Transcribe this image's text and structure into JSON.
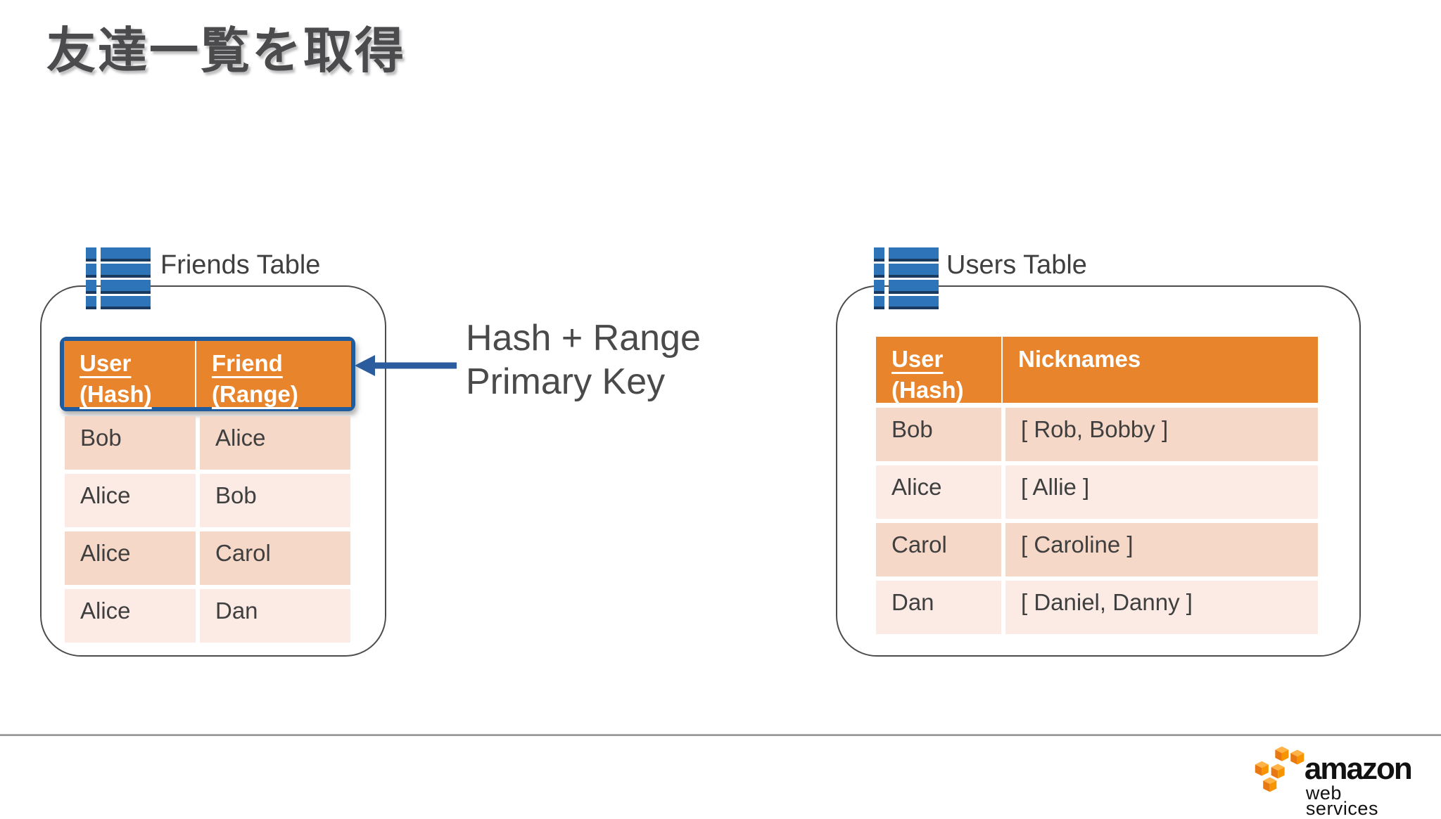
{
  "slide": {
    "title": "友達一覧を取得",
    "annotation": {
      "line1": "Hash + Range",
      "line2": "Primary Key"
    },
    "footer": {
      "brand_line1": "amazon",
      "brand_line2": "web services"
    }
  },
  "friends_table": {
    "label": "Friends Table",
    "icon": "dynamodb-table-icon",
    "columns": [
      {
        "line1": "User",
        "line2": "(Hash)"
      },
      {
        "line1": "Friend",
        "line2": "(Range)"
      }
    ],
    "rows": [
      [
        "Bob",
        "Alice"
      ],
      [
        "Alice",
        "Bob"
      ],
      [
        "Alice",
        "Carol"
      ],
      [
        "Alice",
        "Dan"
      ]
    ]
  },
  "users_table": {
    "label": "Users Table",
    "icon": "dynamodb-table-icon",
    "columns": [
      {
        "line1": "User",
        "line2": "(Hash)"
      },
      {
        "line1": "Nicknames",
        "line2": ""
      }
    ],
    "rows": [
      [
        "Bob",
        "[ Rob, Bobby ]"
      ],
      [
        "Alice",
        "[ Allie ]"
      ],
      [
        "Carol",
        "[ Caroline ]"
      ],
      [
        "Dan",
        "[ Daniel, Danny ]"
      ]
    ]
  },
  "colors": {
    "header_orange": "#e8842c",
    "row_dark": "#f6d8c8",
    "row_light": "#fbebe4",
    "highlight_blue": "#1f5c9e",
    "icon_blue": "#2e74b9",
    "icon_blue_dark": "#1b3a5f",
    "logo_orange": "#f79400",
    "title_gray": "#4b4b4d"
  }
}
